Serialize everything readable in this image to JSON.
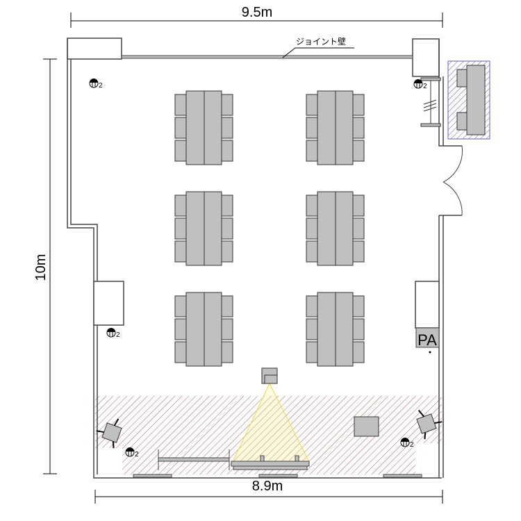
{
  "dimensions": {
    "width": "9.5m",
    "height": "10m",
    "bottom_width": "8.9m"
  },
  "labels": {
    "joint_wall": "ジョイント壁",
    "pa": "PA",
    "light_count": "2"
  },
  "colors": {
    "wall": "#555555",
    "furniture": "#c0c0c0",
    "hatch_red": "#b05050",
    "hatch_blue": "#5050b0",
    "projection": "#f5e06a"
  }
}
